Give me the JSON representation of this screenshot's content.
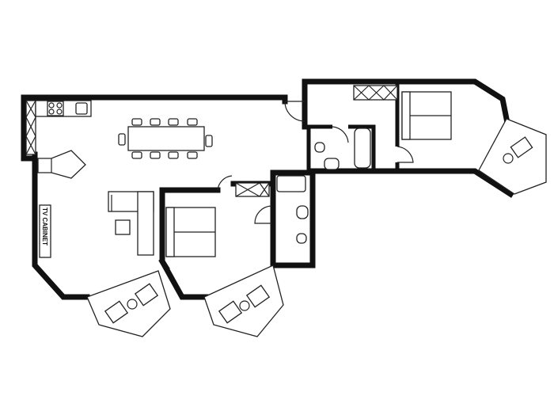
{
  "plan": {
    "type": "apartment floor plan",
    "labels": {
      "tv_cabinet": "TV CABINET"
    },
    "rooms": [
      {
        "name": "living-dining-kitchen",
        "furniture": [
          "kitchen counter",
          "stove",
          "sink",
          "dining table",
          "10 chairs",
          "sofa",
          "coffee table",
          "TV cabinet",
          "fireplace"
        ]
      },
      {
        "name": "bedroom-1",
        "furniture": [
          "double bed",
          "wardrobe"
        ]
      },
      {
        "name": "bedroom-2",
        "furniture": [
          "double bed",
          "wardrobe"
        ]
      },
      {
        "name": "bathroom-1",
        "furniture": [
          "bathtub",
          "washbasin",
          "toilet"
        ]
      },
      {
        "name": "bathroom-2",
        "furniture": [
          "bathtub",
          "washbasin",
          "toilet"
        ]
      },
      {
        "name": "bay-window-1",
        "furniture": [
          "2 armchairs",
          "round table"
        ]
      },
      {
        "name": "bay-window-2",
        "furniture": [
          "2 armchairs",
          "round table"
        ]
      },
      {
        "name": "bay-window-3",
        "furniture": [
          "armchair",
          "round table"
        ]
      }
    ],
    "colors": {
      "wall": "#111111",
      "background": "#ffffff"
    }
  }
}
